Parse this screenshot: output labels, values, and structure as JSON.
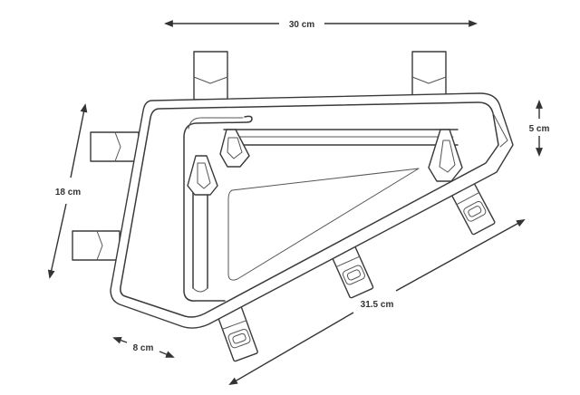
{
  "image_type": "technical product diagram of a bike frame bag with dimensions",
  "colors": {
    "line": "#3a3a3a",
    "dimension": "#333333",
    "background": "#ffffff"
  },
  "dimensions": {
    "top_length": "30 cm",
    "height": "18 cm",
    "depth_right": "5 cm",
    "bottom_length": "31.5 cm",
    "width_bottom": "8 cm"
  }
}
